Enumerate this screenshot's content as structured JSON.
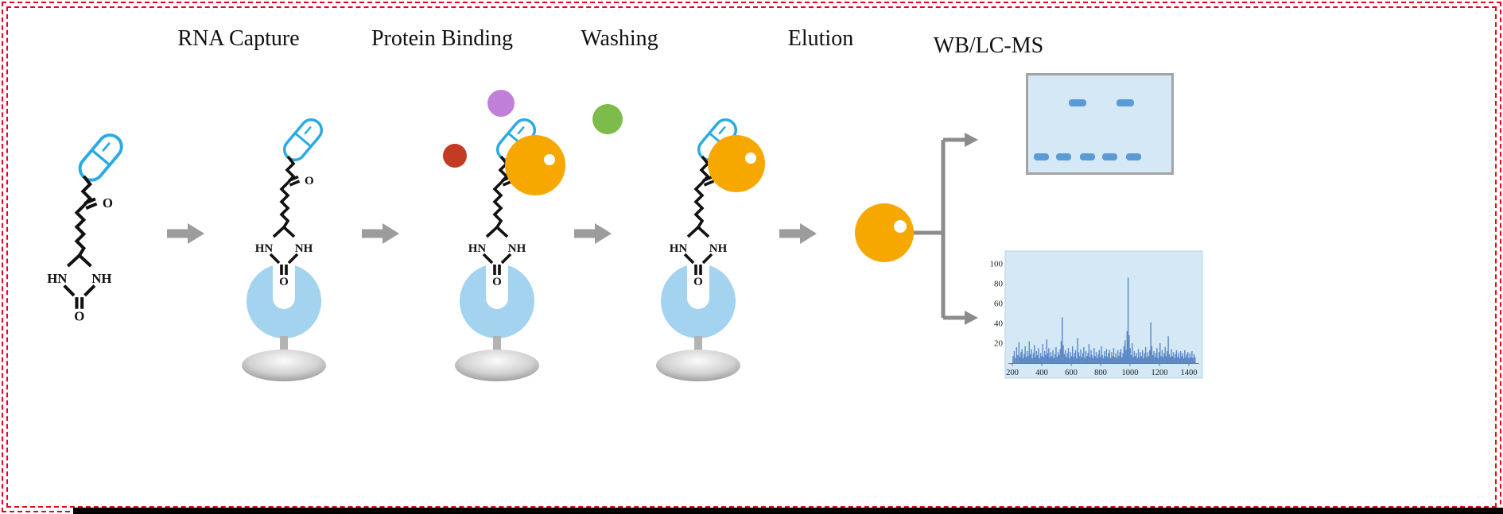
{
  "stage_labels": [
    {
      "label": "RNA Capture"
    },
    {
      "label": "Protein Binding"
    },
    {
      "label": "Washing"
    },
    {
      "label": "Elution"
    },
    {
      "label": "WB/LC-MS"
    }
  ],
  "molecule": {
    "chain_o": "O",
    "ring_hn": "HN",
    "ring_nh": "NH",
    "ring_o": "O"
  },
  "colors": {
    "frame_red": "#e30613",
    "strip_black": "#000000",
    "probe_blue": "#29abe2",
    "bond_black": "#111111",
    "streptavidin_blue": "#a3d3ee",
    "stand_gray": "#b3b3b3",
    "arrow_gray": "#9c9c9c",
    "connector_gray": "#8c8c8c",
    "panel_fill": "#d4e8f6",
    "panel_border": "#a3a3a3",
    "gel_band_blue": "#5b9bd5",
    "peak_blue": "#5a87c5",
    "protein_purple": "#c07fd8",
    "protein_red": "#c23b22",
    "protein_orange": "#f6a800",
    "protein_green": "#7dbb4a",
    "protein_dot_white": "#ffffff"
  },
  "wb_gel": {
    "band_height": 9,
    "rows": [
      {
        "y": 30,
        "bands": [
          {
            "x": 51,
            "w": 22
          },
          {
            "x": 111,
            "w": 22
          }
        ]
      },
      {
        "y": 98,
        "bands": [
          {
            "x": 7,
            "w": 19
          },
          {
            "x": 35,
            "w": 19
          },
          {
            "x": 65,
            "w": 19
          },
          {
            "x": 93,
            "w": 19
          },
          {
            "x": 123,
            "w": 19
          }
        ]
      }
    ]
  },
  "chart_data": {
    "type": "bar",
    "title": "",
    "xlabel": "",
    "ylabel": "",
    "xlim": [
      180,
      1460
    ],
    "ylim": [
      0,
      100
    ],
    "grid": false,
    "legend": false,
    "x_ticks": [
      200,
      400,
      600,
      800,
      1000,
      1200,
      1400
    ],
    "y_ticks": [
      20,
      40,
      60,
      80,
      100
    ],
    "peaks": [
      [
        205,
        7
      ],
      [
        213,
        12
      ],
      [
        221,
        5
      ],
      [
        229,
        16
      ],
      [
        237,
        8
      ],
      [
        245,
        21
      ],
      [
        252,
        6
      ],
      [
        259,
        11
      ],
      [
        266,
        14
      ],
      [
        273,
        5
      ],
      [
        280,
        9
      ],
      [
        287,
        17
      ],
      [
        294,
        6
      ],
      [
        301,
        12
      ],
      [
        308,
        7
      ],
      [
        315,
        22
      ],
      [
        322,
        9
      ],
      [
        329,
        14
      ],
      [
        336,
        5
      ],
      [
        343,
        10
      ],
      [
        350,
        18
      ],
      [
        357,
        6
      ],
      [
        364,
        12
      ],
      [
        371,
        8
      ],
      [
        378,
        15
      ],
      [
        385,
        5
      ],
      [
        392,
        10
      ],
      [
        399,
        7
      ],
      [
        406,
        19
      ],
      [
        413,
        6
      ],
      [
        420,
        12
      ],
      [
        427,
        8
      ],
      [
        434,
        24
      ],
      [
        441,
        10
      ],
      [
        448,
        15
      ],
      [
        455,
        6
      ],
      [
        462,
        11
      ],
      [
        469,
        7
      ],
      [
        476,
        13
      ],
      [
        483,
        5
      ],
      [
        490,
        9
      ],
      [
        497,
        16
      ],
      [
        504,
        6
      ],
      [
        511,
        11
      ],
      [
        518,
        8
      ],
      [
        525,
        14
      ],
      [
        532,
        22
      ],
      [
        539,
        46
      ],
      [
        546,
        18
      ],
      [
        553,
        9
      ],
      [
        560,
        13
      ],
      [
        567,
        6
      ],
      [
        574,
        10
      ],
      [
        581,
        15
      ],
      [
        588,
        5
      ],
      [
        595,
        11
      ],
      [
        602,
        7
      ],
      [
        609,
        17
      ],
      [
        616,
        6
      ],
      [
        623,
        10
      ],
      [
        630,
        13
      ],
      [
        637,
        5
      ],
      [
        644,
        25
      ],
      [
        651,
        11
      ],
      [
        658,
        7
      ],
      [
        665,
        14
      ],
      [
        672,
        6
      ],
      [
        679,
        10
      ],
      [
        686,
        16
      ],
      [
        693,
        5
      ],
      [
        700,
        12
      ],
      [
        707,
        7
      ],
      [
        714,
        10
      ],
      [
        721,
        19
      ],
      [
        728,
        6
      ],
      [
        735,
        13
      ],
      [
        742,
        8
      ],
      [
        749,
        5
      ],
      [
        756,
        15
      ],
      [
        763,
        7
      ],
      [
        770,
        11
      ],
      [
        777,
        5
      ],
      [
        784,
        9
      ],
      [
        791,
        13
      ],
      [
        798,
        6
      ],
      [
        805,
        17
      ],
      [
        812,
        8
      ],
      [
        819,
        5
      ],
      [
        826,
        12
      ],
      [
        833,
        7
      ],
      [
        840,
        14
      ],
      [
        847,
        6
      ],
      [
        854,
        10
      ],
      [
        861,
        13
      ],
      [
        868,
        5
      ],
      [
        875,
        11
      ],
      [
        882,
        7
      ],
      [
        889,
        15
      ],
      [
        896,
        6
      ],
      [
        903,
        10
      ],
      [
        910,
        5
      ],
      [
        917,
        13
      ],
      [
        924,
        7
      ],
      [
        931,
        11
      ],
      [
        938,
        14
      ],
      [
        945,
        6
      ],
      [
        952,
        10
      ],
      [
        959,
        17
      ],
      [
        966,
        23
      ],
      [
        973,
        13
      ],
      [
        980,
        32
      ],
      [
        987,
        86
      ],
      [
        994,
        28
      ],
      [
        1001,
        15
      ],
      [
        1008,
        8
      ],
      [
        1015,
        20
      ],
      [
        1022,
        6
      ],
      [
        1029,
        12
      ],
      [
        1036,
        7
      ],
      [
        1043,
        10
      ],
      [
        1050,
        5
      ],
      [
        1057,
        14
      ],
      [
        1064,
        6
      ],
      [
        1071,
        11
      ],
      [
        1078,
        7
      ],
      [
        1085,
        13
      ],
      [
        1092,
        5
      ],
      [
        1099,
        10
      ],
      [
        1106,
        16
      ],
      [
        1113,
        6
      ],
      [
        1120,
        11
      ],
      [
        1127,
        7
      ],
      [
        1134,
        13
      ],
      [
        1141,
        41
      ],
      [
        1148,
        17
      ],
      [
        1155,
        8
      ],
      [
        1162,
        12
      ],
      [
        1169,
        6
      ],
      [
        1176,
        10
      ],
      [
        1183,
        15
      ],
      [
        1190,
        5
      ],
      [
        1197,
        11
      ],
      [
        1204,
        20
      ],
      [
        1211,
        7
      ],
      [
        1218,
        13
      ],
      [
        1225,
        6
      ],
      [
        1232,
        10
      ],
      [
        1239,
        16
      ],
      [
        1246,
        7
      ],
      [
        1253,
        12
      ],
      [
        1260,
        27
      ],
      [
        1267,
        9
      ],
      [
        1274,
        6
      ],
      [
        1281,
        14
      ],
      [
        1288,
        7
      ],
      [
        1295,
        11
      ],
      [
        1302,
        5
      ],
      [
        1309,
        9
      ],
      [
        1316,
        13
      ],
      [
        1323,
        6
      ],
      [
        1330,
        10
      ],
      [
        1337,
        5
      ],
      [
        1344,
        12
      ],
      [
        1351,
        7
      ],
      [
        1358,
        10
      ],
      [
        1365,
        5
      ],
      [
        1372,
        13
      ],
      [
        1379,
        6
      ],
      [
        1386,
        9
      ],
      [
        1393,
        11
      ],
      [
        1400,
        5
      ],
      [
        1407,
        10
      ],
      [
        1414,
        6
      ],
      [
        1421,
        12
      ],
      [
        1428,
        5
      ],
      [
        1435,
        9
      ],
      [
        1442,
        6
      ]
    ]
  }
}
